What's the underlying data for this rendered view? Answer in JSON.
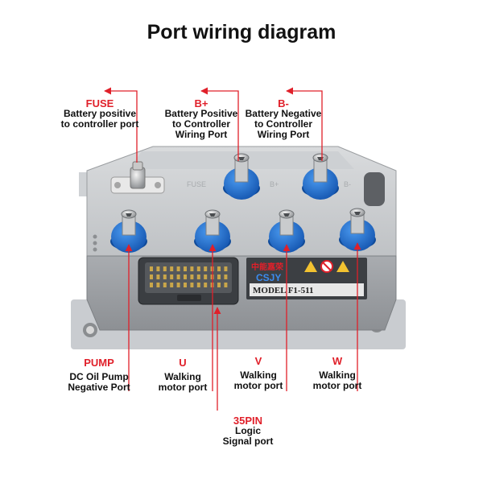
{
  "title": "Port wiring diagram",
  "ports": {
    "fuse": {
      "name": "FUSE",
      "desc": [
        "Battery positive",
        "to controller port"
      ]
    },
    "bplus": {
      "name": "B+",
      "desc": [
        "Battery Positive",
        "to Controller",
        "Wiring Port"
      ]
    },
    "bminus": {
      "name": "B-",
      "desc": [
        "Battery Negative",
        "to Controller",
        "Wiring Port"
      ]
    },
    "pump": {
      "name": "PUMP",
      "desc": [
        "DC Oil Pump",
        "Negative Port"
      ]
    },
    "u": {
      "name": "U",
      "desc": [
        "Walking",
        "motor port"
      ]
    },
    "v": {
      "name": "V",
      "desc": [
        "Walking",
        "motor port"
      ]
    },
    "w": {
      "name": "W",
      "desc": [
        "Walking",
        "motor port"
      ]
    },
    "pin35": {
      "name": "35PIN",
      "desc": [
        "Logic",
        "Signal port"
      ]
    }
  },
  "device": {
    "brand_cn": "中能嘉荣",
    "brand": "CSJY",
    "model": "MODEL F1-511",
    "housing_marks": [
      "FUSE",
      "B+",
      "B-"
    ]
  },
  "colors": {
    "accent": "#e0202a",
    "terminal": "#1e6fd0"
  }
}
